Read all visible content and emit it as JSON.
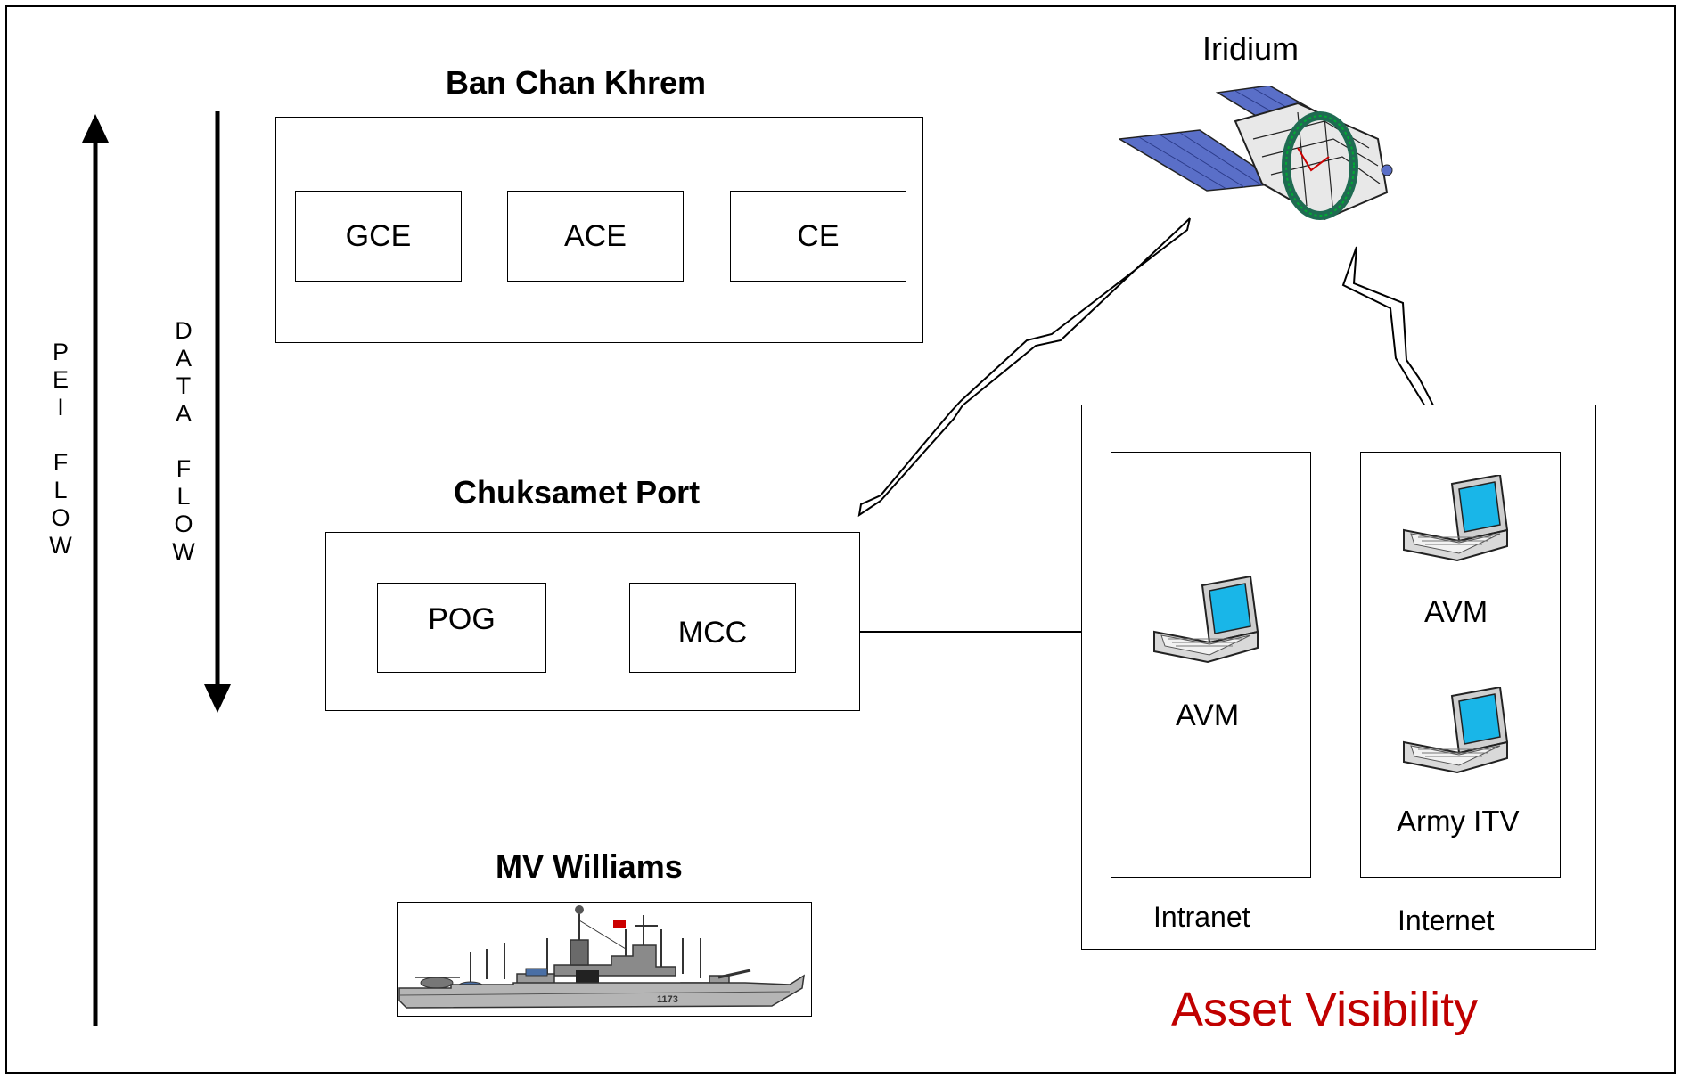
{
  "flows": {
    "pei": "P\nE\nI\n\nF\nL\nO\nW",
    "data": "D\nA\nT\nA\n\nF\nL\nO\nW"
  },
  "ban_chan_khrem": {
    "title": "Ban Chan Khrem",
    "units": [
      "GCE",
      "ACE",
      "CE"
    ]
  },
  "chuksamet_port": {
    "title": "Chuksamet Port",
    "units": [
      "POG",
      "MCC"
    ]
  },
  "mv_williams": {
    "title": "MV Williams",
    "hull_number": "1173"
  },
  "iridium": {
    "title": "Iridium"
  },
  "asset_visibility": {
    "title": "Asset Visibility",
    "title_color": "#c00000",
    "intranet": {
      "label": "Intranet",
      "workstations": [
        "AVM"
      ]
    },
    "internet": {
      "label": "Internet",
      "workstations": [
        "AVM",
        "Army ITV"
      ]
    }
  }
}
